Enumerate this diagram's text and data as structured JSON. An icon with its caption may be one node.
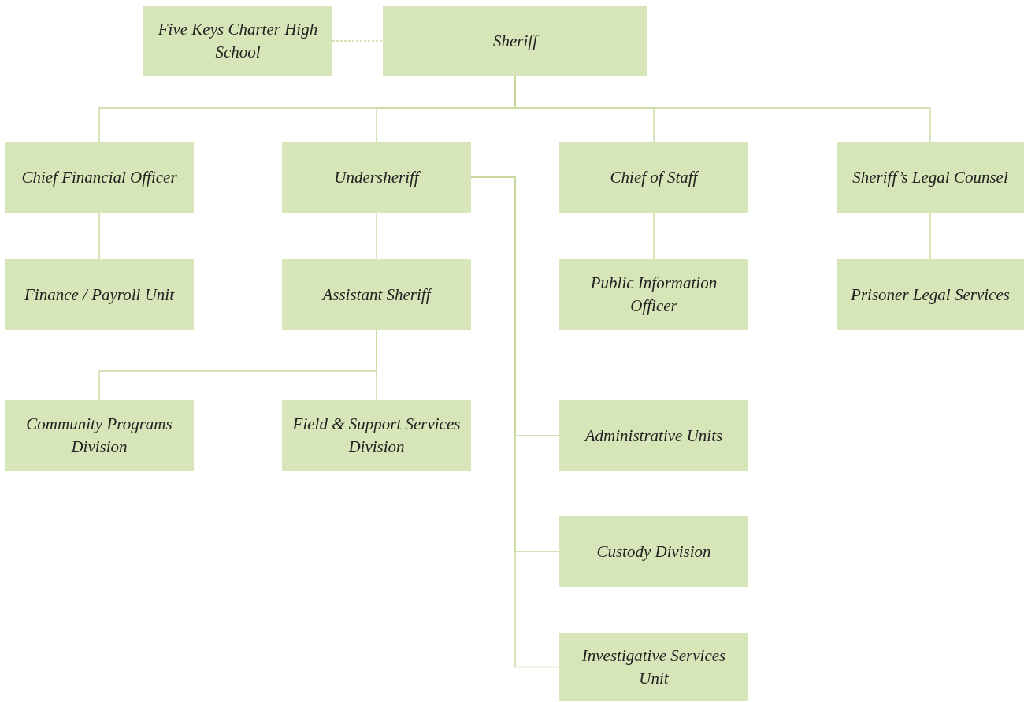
{
  "diagram": {
    "nodes": [
      {
        "text": [
          "Five Keys Charter High School"
        ]
      },
      {
        "text": [
          "Sheriff"
        ]
      },
      {
        "text": [
          "Chief Financial Officer"
        ]
      },
      {
        "text": [
          "Undersheriff"
        ]
      },
      {
        "text": [
          "Chief of Staff"
        ]
      },
      {
        "text": [
          "Sheriff’s Legal Counsel"
        ]
      },
      {
        "text": [
          "Finance / Payroll Unit"
        ]
      },
      {
        "text": [
          "Assistant Sheriff"
        ]
      },
      {
        "text": [
          "Public Information Officer"
        ]
      },
      {
        "text": [
          "Prisoner Legal Services"
        ]
      },
      {
        "text": [
          "Community Programs Division"
        ]
      },
      {
        "text": [
          "Field & Support Services Division"
        ]
      },
      {
        "text": [
          "Administrative Units"
        ]
      },
      {
        "text": [
          "Custody Division"
        ]
      },
      {
        "text": [
          "Investigative Services Unit"
        ]
      }
    ],
    "edges": [
      {
        "from": 0,
        "to": 1,
        "arrow": "none",
        "style": "dashed"
      },
      {
        "from": 1,
        "to": 2,
        "arrow": "none"
      },
      {
        "from": 1,
        "to": 3,
        "arrow": "none"
      },
      {
        "from": 1,
        "to": 4,
        "arrow": "none"
      },
      {
        "from": 1,
        "to": 5,
        "arrow": "none"
      },
      {
        "from": 2,
        "to": 6,
        "arrow": "none"
      },
      {
        "from": 3,
        "to": 7,
        "arrow": "none"
      },
      {
        "from": 4,
        "to": 8,
        "arrow": "none"
      },
      {
        "from": 5,
        "to": 9,
        "arrow": "none"
      },
      {
        "from": 7,
        "to": 10,
        "arrow": "none"
      },
      {
        "from": 7,
        "to": 11,
        "arrow": "none"
      },
      {
        "from": 3,
        "to": 12,
        "arrow": "none"
      },
      {
        "from": 3,
        "to": 13,
        "arrow": "none"
      },
      {
        "from": 3,
        "to": 14,
        "arrow": "none"
      }
    ]
  }
}
